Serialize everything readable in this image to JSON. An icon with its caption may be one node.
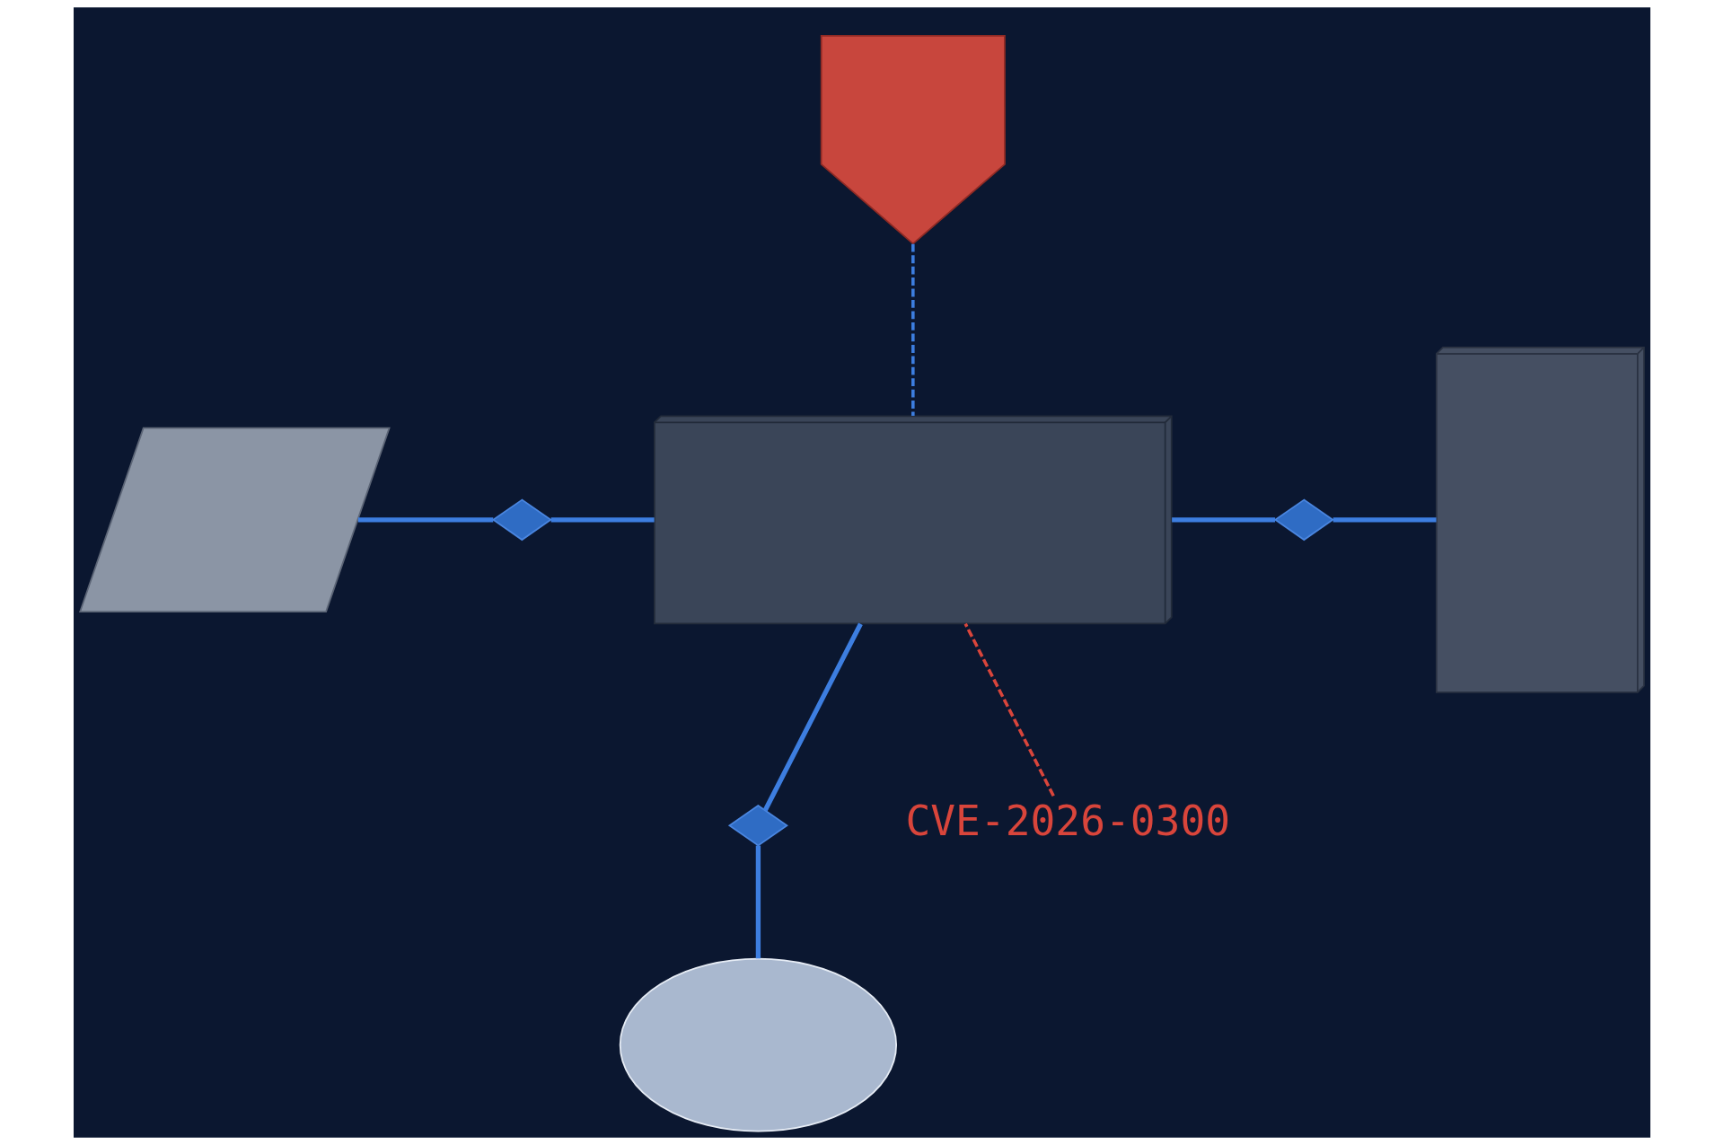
{
  "diagram": {
    "nodes": [
      {
        "text": [],
        "shape": "picture"
      },
      {
        "text": [],
        "shape": "picture"
      },
      {
        "text": [],
        "shape": "picture"
      },
      {
        "text": [],
        "shape": "picture"
      },
      {
        "text": [],
        "shape": "diamond"
      },
      {
        "text": [],
        "shape": "diamond"
      },
      {
        "text": [],
        "shape": "diamond"
      },
      {
        "text": [],
        "shape": "cloud"
      },
      {
        "text": [
          "CVE-2026-0300"
        ]
      }
    ],
    "edges": [
      {
        "from": 0,
        "to": 2,
        "arrow": "none",
        "style": "dashed"
      },
      {
        "from": 1,
        "to": 4,
        "arrow": "none"
      },
      {
        "from": 4,
        "to": 2,
        "arrow": "none"
      },
      {
        "from": 2,
        "to": 5,
        "arrow": "none"
      },
      {
        "from": 5,
        "to": 3,
        "arrow": "none"
      },
      {
        "from": 2,
        "to": 6,
        "arrow": "none"
      },
      {
        "from": 6,
        "to": 7,
        "arrow": "none"
      },
      {
        "from": 8,
        "to": 2,
        "arrow": "none",
        "style": "dashed",
        "color": "#d9453b"
      }
    ]
  }
}
